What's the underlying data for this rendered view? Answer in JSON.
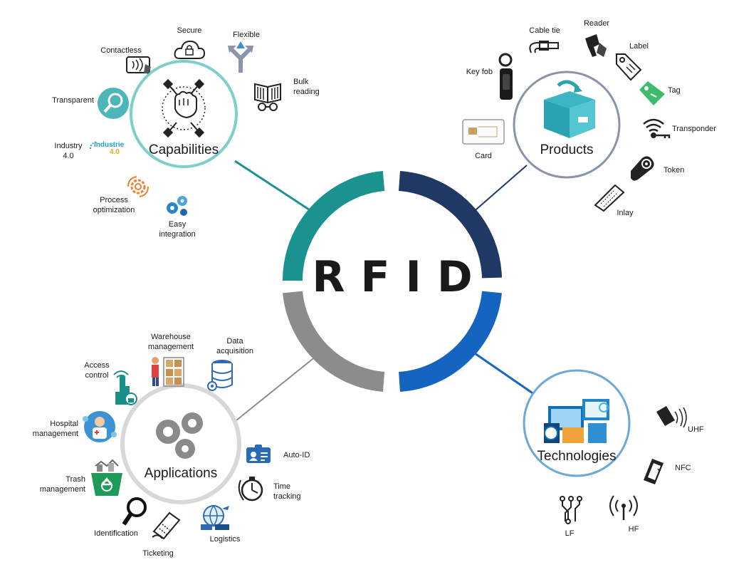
{
  "center": {
    "title": "RFID"
  },
  "colors": {
    "capabilities": "#1a9390",
    "products": "#1f3864",
    "technologies": "#1565c0",
    "applications": "#8c8c8c",
    "hub_capabilities_ring": "#7ecfcb",
    "hub_products_ring": "#8a93a8",
    "hub_technologies_ring": "#6aa9d8",
    "hub_applications_ring": "#d5d5d5"
  },
  "hubs": {
    "capabilities": {
      "title": "Capabilities"
    },
    "products": {
      "title": "Products"
    },
    "technologies": {
      "title": "Technologies"
    },
    "applications": {
      "title": "Applications"
    }
  },
  "capabilities_items": {
    "secure": "Secure",
    "flexible": "Flexible",
    "contactless": "Contactless",
    "bulk_reading": "Bulk\nreading",
    "transparent": "Transparent",
    "industry": "Industry\n4.0",
    "industry_badge_top": "industrie",
    "industry_badge_bottom": "4.0",
    "process": "Process\noptimization",
    "integration": "Easy\nintegration"
  },
  "products_items": {
    "cable_tie": "Cable tie",
    "reader": "Reader",
    "label": "Label",
    "key_fob": "Key fob",
    "tag": "Tag",
    "card": "Card",
    "transponder": "Transponder",
    "token": "Token",
    "inlay": "Inlay"
  },
  "applications_items": {
    "warehouse": "Warehouse\nmanagement",
    "data_acquisition": "Data\nacquisition",
    "access_control": "Access\ncontrol",
    "hospital": "Hospital\nmanagement",
    "auto_id": "Auto-ID",
    "trash": "Trash\nmanagement",
    "time_tracking": "Time\ntracking",
    "identification": "Identification",
    "logistics": "Logistics",
    "ticketing": "Ticketing"
  },
  "technologies_items": {
    "uhf": "UHF",
    "nfc": "NFC",
    "lf": "LF",
    "hf": "HF"
  }
}
